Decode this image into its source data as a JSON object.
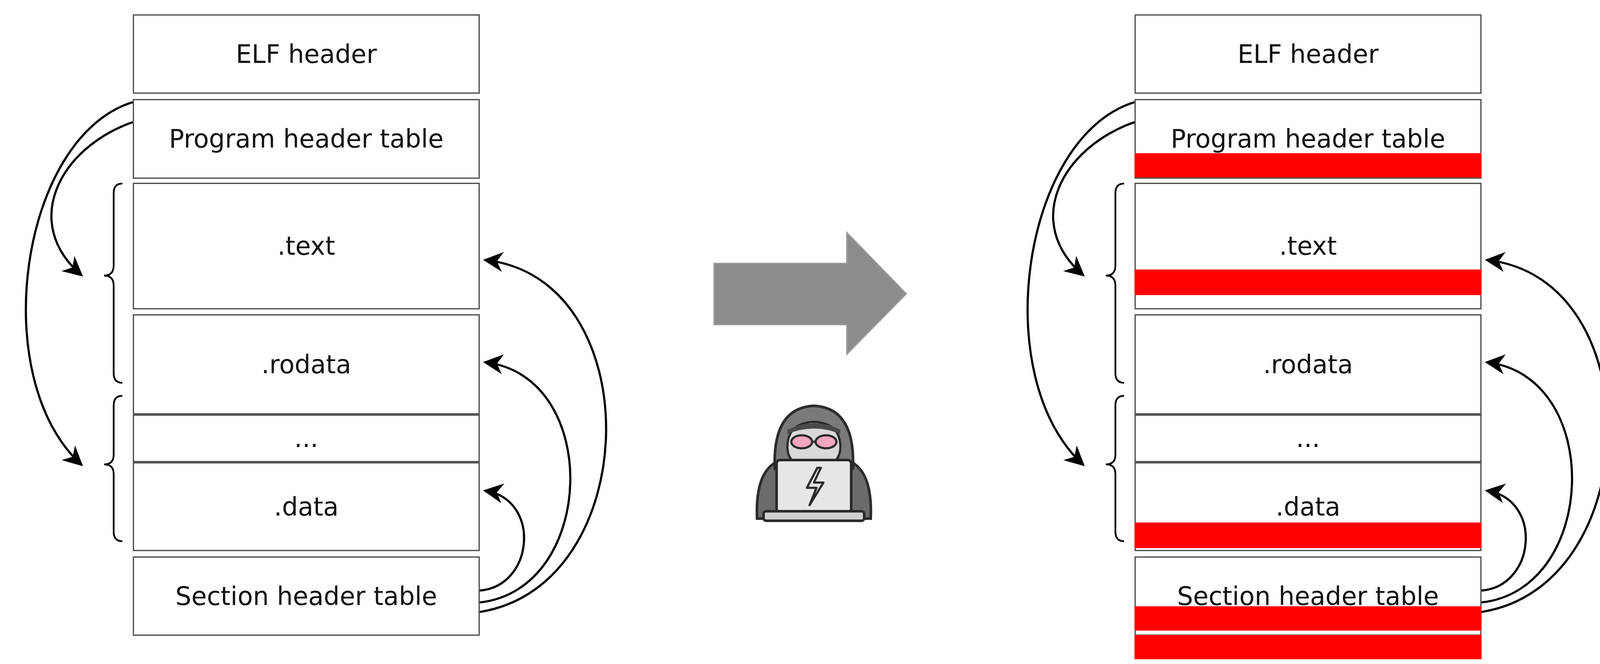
{
  "diagram": {
    "nodes": [
      {
        "text": [
          "ELF header"
        ]
      },
      {
        "text": [
          "Program header table"
        ]
      },
      {
        "text": [
          ".text"
        ]
      },
      {
        "text": [
          ".rodata"
        ]
      },
      {
        "text": [
          "..."
        ]
      },
      {
        "text": [
          ".data"
        ]
      },
      {
        "text": [
          "Section header table"
        ]
      },
      {
        "text": [
          "ELF header"
        ]
      },
      {
        "text": [
          "Program header table"
        ]
      },
      {
        "text": [
          ".text"
        ]
      },
      {
        "text": [
          ".rodata"
        ]
      },
      {
        "text": [
          "..."
        ]
      },
      {
        "text": [
          ".data"
        ]
      },
      {
        "text": [
          "Section header table"
        ]
      }
    ],
    "edges": [
      {
        "from": 1,
        "to": 2,
        "arrow": "to"
      },
      {
        "from": 1,
        "to": 5,
        "arrow": "to"
      },
      {
        "from": 6,
        "to": 2,
        "arrow": "to"
      },
      {
        "from": 6,
        "to": 3,
        "arrow": "to"
      },
      {
        "from": 6,
        "to": 5,
        "arrow": "to"
      },
      {
        "from": 8,
        "to": 9,
        "arrow": "to"
      },
      {
        "from": 8,
        "to": 12,
        "arrow": "to"
      },
      {
        "from": 13,
        "to": 9,
        "arrow": "to"
      },
      {
        "from": 13,
        "to": 10,
        "arrow": "to"
      },
      {
        "from": 13,
        "to": 12,
        "arrow": "to"
      }
    ]
  }
}
